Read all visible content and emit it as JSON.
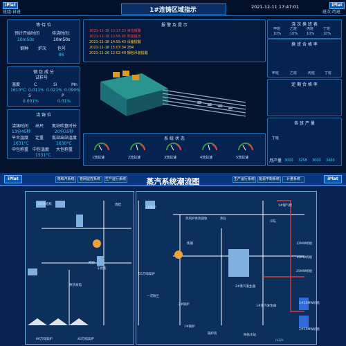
{
  "top": {
    "brand": "iPlat",
    "title": "1#连铸区域指示",
    "datetime": "2021-12-11 17:47:01",
    "shift_left": "班组:日班",
    "shift_right": "班次:丙班"
  },
  "left_panel": {
    "title": "等 待 位",
    "prev_time_label": "预计开始时间",
    "prev_time_value": "10m50s",
    "wait_time_label": "待浇时间:",
    "wait_time_value": "10m50s",
    "steel_label": "钢种",
    "furnace_label": "炉次",
    "furnace_no_label": "包号",
    "furnace_no_value": "86"
  },
  "steel_panel": {
    "title": "钢 包 成 分",
    "grade_label": "试样号",
    "temp_label": "温度",
    "c_label": "C",
    "si_label": "Si",
    "mn_label": "Mn",
    "temp_value": "1610°C",
    "c_value": "0.011%",
    "si_value": "0.021%",
    "mn_value": "0.090%",
    "s_label": "S",
    "p_label": "P",
    "s_value": "0.001%",
    "p_value": "0.01%"
  },
  "cast_panel": {
    "title": "浇 铸 位",
    "row1": [
      "浇铸时间",
      "出尺",
      "氮站吹氩时长"
    ],
    "row1_vals": [
      "13分45秒",
      "",
      "20分35秒"
    ],
    "row2": [
      "平台温度",
      "定重",
      "氮站出站温度"
    ],
    "row2_vals": [
      "1631°C",
      "",
      "1630°C"
    ],
    "row3": [
      "中包称重",
      "中包温度",
      "大包称重"
    ],
    "row3_vals": [
      "",
      "1531°C",
      ""
    ]
  },
  "alarm": {
    "title": "报 警 及 提 示",
    "lines": [
      "2021-11-18 13:17:33 液位报警",
      "2021-11-18 13:56:05 吹氩提示",
      "2021-11-18 14:55:43 设备提醒",
      "2021-11-18 15:07:34 284",
      "2021-11-26 12:02:40 钢包吊装提醒"
    ]
  },
  "system_status": {
    "title": "系 统 状 态",
    "gauges": [
      "1流拉速",
      "2流拉速",
      "3流拉速",
      "4流拉速",
      "5流拉速"
    ]
  },
  "right_top": {
    "title": "浇 次 换 班 表",
    "headers": [
      "甲班",
      "乙班",
      "丙班",
      "丁班"
    ],
    "values": [
      "10%",
      "10%",
      "10%",
      "10%"
    ]
  },
  "right_mid": {
    "title": "换 班 合 格 率",
    "bars": [
      "甲班",
      "乙班",
      "丙班",
      "丁班"
    ]
  },
  "right_mid2": {
    "title": "定 期 合 格 率"
  },
  "right_bottom": {
    "title": "各 班 产 量",
    "legend": [
      "丁班"
    ],
    "month_label": "月产量",
    "month_values": [
      "3000",
      "3258",
      "3000",
      "3460"
    ]
  },
  "bottom": {
    "brand_left": "iPlat",
    "brand_right": "iPlat",
    "title": "蒸汽系统潮流图",
    "tabs_left": [
      "饱和汽系统",
      "管网监控系统",
      "生产运行系统"
    ],
    "tabs_right": [
      "生产运行系统",
      "能源平衡系统",
      "计量系统"
    ]
  },
  "steam_nodes": [
    "3号烧结机",
    "烧结",
    "1#高炉",
    "热风炉余热回收",
    "1#煤气柜",
    "转炉",
    "干熄焦",
    "余热发电",
    "炼钢",
    "热轧",
    "冷轧",
    "2#锅炉",
    "1#锅炉",
    "40万吨高炉",
    "80万吨高炉",
    "55万吨高炉",
    "一次除尘",
    "2#蒸汽发生器",
    "1#蒸汽发生器",
    "锅炉房",
    "12MW机组",
    "15MW机组",
    "25MW机组",
    "1#15MW机组",
    "2#15MW机组",
    "除盐水站",
    "m3/h"
  ]
}
